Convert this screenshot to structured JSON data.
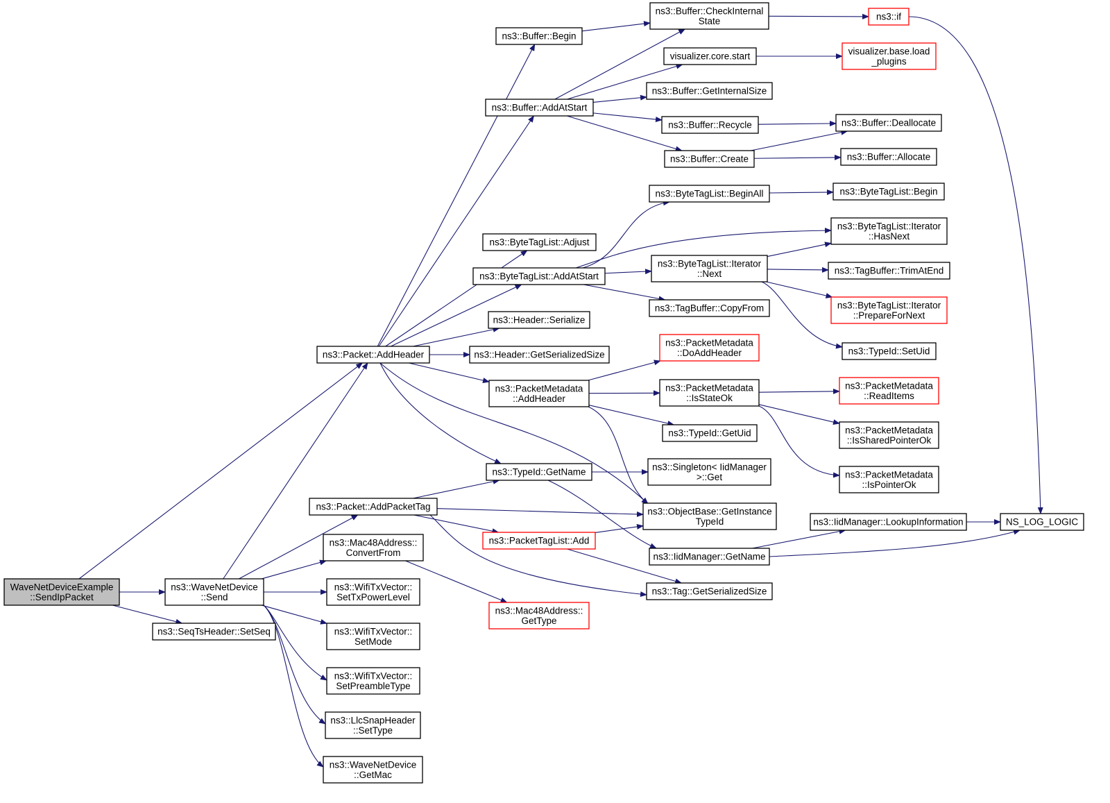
{
  "colors": {
    "edge": "#191970",
    "node_border": "#000000",
    "node_fill": "#ffffff",
    "incomplete_border": "#ff0000",
    "root_fill": "#bfbfbf"
  },
  "nodes": [
    {
      "id": "root",
      "lines": [
        "WaveNetDeviceExample",
        "::SendIpPacket"
      ],
      "root": true
    },
    {
      "id": "wnd_send",
      "lines": [
        "ns3::WaveNetDevice",
        "::Send"
      ]
    },
    {
      "id": "seqts",
      "lines": [
        "ns3::SeqTsHeader::SetSeq"
      ]
    },
    {
      "id": "pkt_addheader",
      "lines": [
        "ns3::Packet::AddHeader"
      ]
    },
    {
      "id": "pkt_addpackettag",
      "lines": [
        "ns3::Packet::AddPacketTag"
      ]
    },
    {
      "id": "mac48_convertfrom",
      "lines": [
        "ns3::Mac48Address::",
        "ConvertFrom"
      ]
    },
    {
      "id": "wifi_txpower",
      "lines": [
        "ns3::WifiTxVector::",
        "SetTxPowerLevel"
      ]
    },
    {
      "id": "wifi_mode",
      "lines": [
        "ns3::WifiTxVector::",
        "SetMode"
      ]
    },
    {
      "id": "wifi_preamble",
      "lines": [
        "ns3::WifiTxVector::",
        "SetPreambleType"
      ]
    },
    {
      "id": "llc_settype",
      "lines": [
        "ns3::LlcSnapHeader",
        "::SetType"
      ]
    },
    {
      "id": "wnd_getmac",
      "lines": [
        "ns3::WaveNetDevice",
        "::GetMac"
      ]
    },
    {
      "id": "buf_begin",
      "lines": [
        "ns3::Buffer::Begin"
      ]
    },
    {
      "id": "buf_addatstart",
      "lines": [
        "ns3::Buffer::AddAtStart"
      ]
    },
    {
      "id": "btl_adjust",
      "lines": [
        "ns3::ByteTagList::Adjust"
      ]
    },
    {
      "id": "btl_addatstart",
      "lines": [
        "ns3::ByteTagList::AddAtStart"
      ]
    },
    {
      "id": "hdr_serialize",
      "lines": [
        "ns3::Header::Serialize"
      ]
    },
    {
      "id": "hdr_getsersize",
      "lines": [
        "ns3::Header::GetSerializedSize"
      ]
    },
    {
      "id": "pm_addheader",
      "lines": [
        "ns3::PacketMetadata",
        "::AddHeader"
      ]
    },
    {
      "id": "typeid_getname",
      "lines": [
        "ns3::TypeId::GetName"
      ]
    },
    {
      "id": "ptl_add",
      "lines": [
        "ns3::PacketTagList::Add"
      ],
      "incomplete": true
    },
    {
      "id": "mac48_gettype",
      "lines": [
        "ns3::Mac48Address::",
        "GetType"
      ],
      "incomplete": true
    },
    {
      "id": "buf_checkinternal",
      "lines": [
        "ns3::Buffer::CheckInternal",
        "State"
      ]
    },
    {
      "id": "viz_core_start",
      "lines": [
        "visualizer.core.start"
      ]
    },
    {
      "id": "buf_getinternalsize",
      "lines": [
        "ns3::Buffer::GetInternalSize"
      ]
    },
    {
      "id": "buf_recycle",
      "lines": [
        "ns3::Buffer::Recycle"
      ]
    },
    {
      "id": "buf_create",
      "lines": [
        "ns3::Buffer::Create"
      ]
    },
    {
      "id": "btl_beginall",
      "lines": [
        "ns3::ByteTagList::BeginAll"
      ]
    },
    {
      "id": "btl_it_next",
      "lines": [
        "ns3::ByteTagList::Iterator",
        "::Next"
      ]
    },
    {
      "id": "tb_copyfrom",
      "lines": [
        "ns3::TagBuffer::CopyFrom"
      ]
    },
    {
      "id": "pm_doaddheader",
      "lines": [
        "ns3::PacketMetadata",
        "::DoAddHeader"
      ],
      "incomplete": true
    },
    {
      "id": "pm_isstateok",
      "lines": [
        "ns3::PacketMetadata",
        "::IsStateOk"
      ]
    },
    {
      "id": "typeid_getuid",
      "lines": [
        "ns3::TypeId::GetUid"
      ]
    },
    {
      "id": "singleton_get",
      "lines": [
        "ns3::Singleton< IidManager",
        ">::Get"
      ]
    },
    {
      "id": "ob_getinstancetypeid",
      "lines": [
        "ns3::ObjectBase::GetInstance",
        "TypeId"
      ]
    },
    {
      "id": "iid_getname",
      "lines": [
        "ns3::IidManager::GetName"
      ]
    },
    {
      "id": "tag_getsersize",
      "lines": [
        "ns3::Tag::GetSerializedSize"
      ]
    },
    {
      "id": "ns3_if",
      "lines": [
        "ns3::if"
      ],
      "incomplete": true
    },
    {
      "id": "viz_base_load",
      "lines": [
        "visualizer.base.load",
        "_plugins"
      ],
      "incomplete": true
    },
    {
      "id": "buf_deallocate",
      "lines": [
        "ns3::Buffer::Deallocate"
      ]
    },
    {
      "id": "buf_allocate",
      "lines": [
        "ns3::Buffer::Allocate"
      ]
    },
    {
      "id": "btl_begin",
      "lines": [
        "ns3::ByteTagList::Begin"
      ]
    },
    {
      "id": "btl_it_hasnext",
      "lines": [
        "ns3::ByteTagList::Iterator",
        "::HasNext"
      ]
    },
    {
      "id": "tb_trimatend",
      "lines": [
        "ns3::TagBuffer::TrimAtEnd"
      ]
    },
    {
      "id": "btl_it_preparefornext",
      "lines": [
        "ns3::ByteTagList::Iterator",
        "::PrepareForNext"
      ],
      "incomplete": true
    },
    {
      "id": "typeid_setuid",
      "lines": [
        "ns3::TypeId::SetUid"
      ]
    },
    {
      "id": "pm_readitems",
      "lines": [
        "ns3::PacketMetadata",
        "::ReadItems"
      ],
      "incomplete": true
    },
    {
      "id": "pm_issharedpointerok",
      "lines": [
        "ns3::PacketMetadata",
        "::IsSharedPointerOk"
      ]
    },
    {
      "id": "pm_ispointerok",
      "lines": [
        "ns3::PacketMetadata",
        "::IsPointerOk"
      ]
    },
    {
      "id": "iid_lookupinformation",
      "lines": [
        "ns3::IidManager::LookupInformation"
      ]
    },
    {
      "id": "ns_log_logic",
      "lines": [
        "NS_LOG_LOGIC"
      ]
    }
  ],
  "edges": [
    [
      "root",
      "pkt_addheader"
    ],
    [
      "root",
      "wnd_send"
    ],
    [
      "root",
      "seqts"
    ],
    [
      "wnd_send",
      "pkt_addheader"
    ],
    [
      "wnd_send",
      "pkt_addpackettag"
    ],
    [
      "wnd_send",
      "mac48_convertfrom"
    ],
    [
      "wnd_send",
      "wifi_txpower"
    ],
    [
      "wnd_send",
      "wifi_mode"
    ],
    [
      "wnd_send",
      "wifi_preamble"
    ],
    [
      "wnd_send",
      "llc_settype"
    ],
    [
      "wnd_send",
      "wnd_getmac"
    ],
    [
      "pkt_addheader",
      "buf_begin"
    ],
    [
      "pkt_addheader",
      "buf_addatstart"
    ],
    [
      "pkt_addheader",
      "btl_adjust"
    ],
    [
      "pkt_addheader",
      "btl_addatstart"
    ],
    [
      "pkt_addheader",
      "hdr_serialize"
    ],
    [
      "pkt_addheader",
      "hdr_getsersize"
    ],
    [
      "pkt_addheader",
      "pm_addheader"
    ],
    [
      "pkt_addheader",
      "typeid_getname"
    ],
    [
      "pkt_addheader",
      "ob_getinstancetypeid"
    ],
    [
      "pkt_addpackettag",
      "typeid_getname"
    ],
    [
      "pkt_addpackettag",
      "ob_getinstancetypeid"
    ],
    [
      "pkt_addpackettag",
      "ptl_add"
    ],
    [
      "pkt_addpackettag",
      "tag_getsersize"
    ],
    [
      "mac48_convertfrom",
      "mac48_gettype"
    ],
    [
      "buf_begin",
      "buf_checkinternal"
    ],
    [
      "buf_addatstart",
      "buf_checkinternal"
    ],
    [
      "buf_addatstart",
      "viz_core_start"
    ],
    [
      "buf_addatstart",
      "buf_getinternalsize"
    ],
    [
      "buf_addatstart",
      "buf_recycle"
    ],
    [
      "buf_addatstart",
      "buf_create"
    ],
    [
      "btl_addatstart",
      "btl_beginall"
    ],
    [
      "btl_addatstart",
      "btl_it_hasnext"
    ],
    [
      "btl_addatstart",
      "btl_it_next"
    ],
    [
      "btl_addatstart",
      "tb_copyfrom"
    ],
    [
      "pm_addheader",
      "pm_doaddheader"
    ],
    [
      "pm_addheader",
      "pm_isstateok"
    ],
    [
      "pm_addheader",
      "typeid_getuid"
    ],
    [
      "pm_addheader",
      "ob_getinstancetypeid"
    ],
    [
      "typeid_getname",
      "singleton_get"
    ],
    [
      "typeid_getname",
      "iid_getname"
    ],
    [
      "ptl_add",
      "ob_getinstancetypeid"
    ],
    [
      "ptl_add",
      "tag_getsersize"
    ],
    [
      "buf_checkinternal",
      "ns3_if"
    ],
    [
      "viz_core_start",
      "viz_base_load"
    ],
    [
      "buf_recycle",
      "buf_deallocate"
    ],
    [
      "buf_create",
      "buf_deallocate"
    ],
    [
      "buf_create",
      "buf_allocate"
    ],
    [
      "btl_beginall",
      "btl_begin"
    ],
    [
      "btl_it_next",
      "btl_it_hasnext"
    ],
    [
      "btl_it_next",
      "tb_trimatend"
    ],
    [
      "btl_it_next",
      "btl_it_preparefornext"
    ],
    [
      "btl_it_next",
      "typeid_setuid"
    ],
    [
      "pm_isstateok",
      "pm_readitems"
    ],
    [
      "pm_isstateok",
      "pm_issharedpointerok"
    ],
    [
      "pm_isstateok",
      "pm_ispointerok"
    ],
    [
      "iid_getname",
      "iid_lookupinformation"
    ],
    [
      "iid_getname",
      "ns_log_logic"
    ],
    [
      "iid_lookupinformation",
      "ns_log_logic"
    ],
    [
      "ns3_if",
      "ns_log_logic"
    ]
  ]
}
